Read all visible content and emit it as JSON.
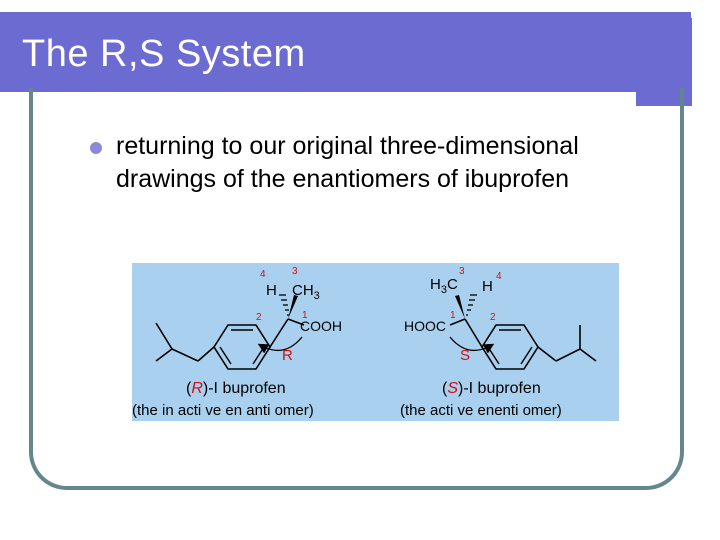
{
  "slide": {
    "title": "The R,S System",
    "bullet": "returning to our original three-dimensional drawings of the enantiomers of ibuprofen"
  },
  "figure": {
    "left": {
      "h_label": "H",
      "ch3_label_main": "CH",
      "ch3_label_sub": "3",
      "cooh_label": "COOH",
      "priority_h": "4",
      "priority_ch3": "3",
      "priority_cooh": "1",
      "priority_ring": "2",
      "config_letter": "R",
      "name_prefix": "(",
      "name_config": "R",
      "name_suffix": ")-I buprofen",
      "caption": "(the in acti ve en anti omer)"
    },
    "right": {
      "h3c_label_main": "H",
      "h3c_label_sub": "3",
      "h3c_label_c": "C",
      "h_label": "H",
      "hooc_label": "HOOC",
      "priority_h3c": "3",
      "priority_h": "4",
      "priority_hooc": "1",
      "priority_ring": "2",
      "config_letter": "S",
      "name_prefix": "(",
      "name_config": "S",
      "name_suffix": ")-I buprofen",
      "caption": "(the acti ve enenti omer)"
    },
    "colors": {
      "background": "#a9d1ef",
      "priority_red": "#cc1111",
      "bond": "#000000"
    }
  },
  "colors": {
    "title_bar": "#6b6bd1",
    "frame": "#64868c",
    "bullet": "#8b8bd9"
  }
}
